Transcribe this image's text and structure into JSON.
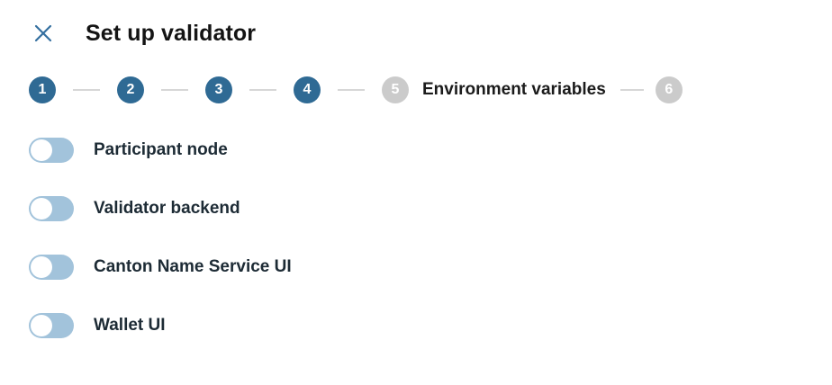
{
  "header": {
    "title": "Set up validator"
  },
  "stepper": {
    "steps": [
      {
        "number": "1",
        "state": "complete"
      },
      {
        "number": "2",
        "state": "complete"
      },
      {
        "number": "3",
        "state": "complete"
      },
      {
        "number": "4",
        "state": "complete"
      },
      {
        "number": "5",
        "state": "current"
      },
      {
        "number": "6",
        "state": "upcoming"
      }
    ],
    "active_step_label": "Environment variables"
  },
  "toggles": {
    "items": [
      {
        "label": "Participant node",
        "state": "off"
      },
      {
        "label": "Validator backend",
        "state": "off"
      },
      {
        "label": "Canton Name Service UI",
        "state": "off"
      },
      {
        "label": "Wallet UI",
        "state": "off"
      }
    ]
  },
  "colors": {
    "step_complete": "#2f6a94",
    "step_inactive": "#cbcbcb",
    "connector": "#d7d7d7",
    "toggle_track_off": "#a2c3db",
    "toggle_knob": "#ffffff",
    "close_icon": "#346f9f",
    "title_text": "#141414",
    "label_text": "#1d2b35"
  }
}
